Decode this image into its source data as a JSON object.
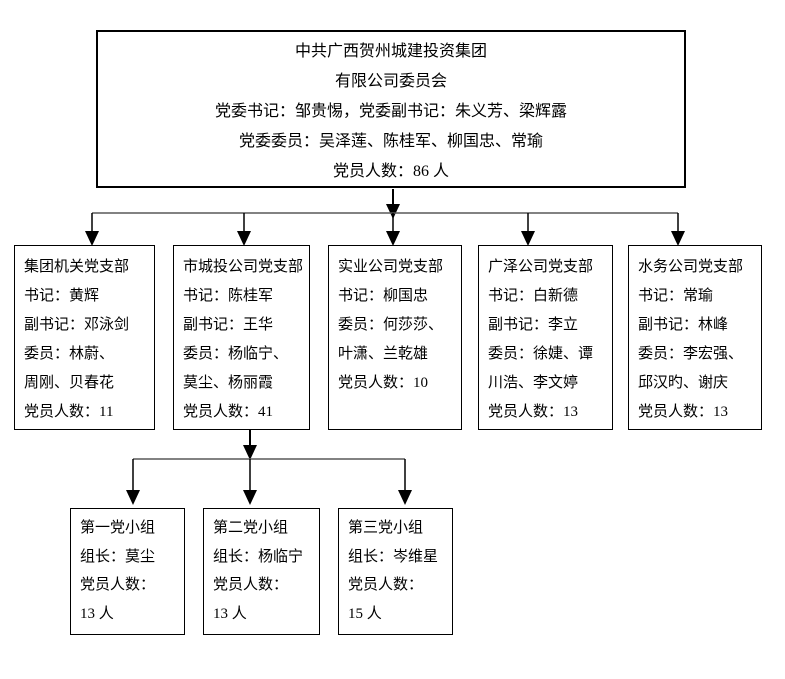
{
  "title_box": {
    "lines": [
      "中共广西贺州城建投资集团",
      "有限公司委员会",
      "党委书记：邹贵惕，党委副书记：朱义芳、梁辉露",
      "党委委员：吴泽莲、陈桂军、柳国忠、常瑜",
      "党员人数：86 人"
    ]
  },
  "branches": [
    {
      "lines": [
        "集团机关党支部",
        "书记：黄辉",
        "副书记：邓泳剑",
        "委员：林蔚、",
        "周刚、贝春花",
        "党员人数：11"
      ]
    },
    {
      "lines": [
        "市城投公司党支部",
        "书记：陈桂军",
        "副书记：王华",
        "委员：杨临宁、",
        "莫尘、杨丽霞",
        "党员人数：41"
      ]
    },
    {
      "lines": [
        "实业公司党支部",
        "书记：柳国忠",
        "委员：何莎莎、",
        "叶潇、兰乾雄",
        "党员人数：10"
      ]
    },
    {
      "lines": [
        "广泽公司党支部",
        "书记：白新德",
        "副书记：李立",
        "委员：徐婕、谭",
        "川浩、李文婷",
        "党员人数：13"
      ]
    },
    {
      "lines": [
        "水务公司党支部",
        "书记：常瑜",
        "副书记：林峰",
        "委员：李宏强、",
        "邱汉旳、谢庆",
        "党员人数：13"
      ]
    }
  ],
  "groups": [
    {
      "lines": [
        "第一党小组",
        "组长：莫尘",
        "党员人数：",
        "13 人"
      ]
    },
    {
      "lines": [
        "第二党小组",
        "组长：杨临宁",
        "党员人数：",
        "13 人"
      ]
    },
    {
      "lines": [
        "第三党小组",
        "组长：岑维星",
        "党员人数：",
        "15 人"
      ]
    }
  ],
  "colors": {
    "background": "#ffffff",
    "box_border": "#000000",
    "vertical_line": "#000000",
    "horizontal_line": "#595959",
    "text": "#000000"
  }
}
